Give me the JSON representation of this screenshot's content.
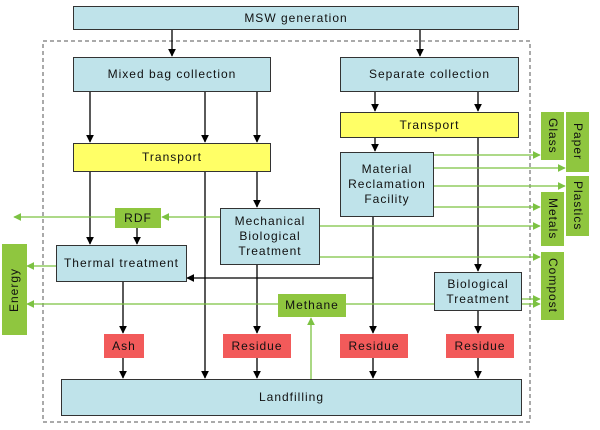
{
  "colors": {
    "process": "#bfe3ea",
    "transport": "#ffff66",
    "output": "#8fc63f",
    "residue": "#f25a5a",
    "line": "#000000",
    "green_line": "#7cc242"
  },
  "nodes": {
    "msw_generation": "MSW generation",
    "mixed_bag_collection": "Mixed bag collection",
    "separate_collection": "Separate collection",
    "transport_left": "Transport",
    "transport_right": "Transport",
    "mrf": [
      "Material",
      "Reclamation",
      "Facility"
    ],
    "mbt": [
      "Mechanical",
      "Biological",
      "Treatment"
    ],
    "rdf": "RDF",
    "thermal_treatment": "Thermal treatment",
    "biological_treatment": [
      "Biological",
      "Treatment"
    ],
    "methane": "Methane",
    "ash": "Ash",
    "residue_mbt": "Residue",
    "residue_mrf": "Residue",
    "residue_bio": "Residue",
    "landfilling": "Landfilling",
    "energy": "Energy",
    "glass": "Glass",
    "paper": "Paper",
    "plastics": "Plastics",
    "metals": "Metals",
    "compost": "Compost"
  }
}
